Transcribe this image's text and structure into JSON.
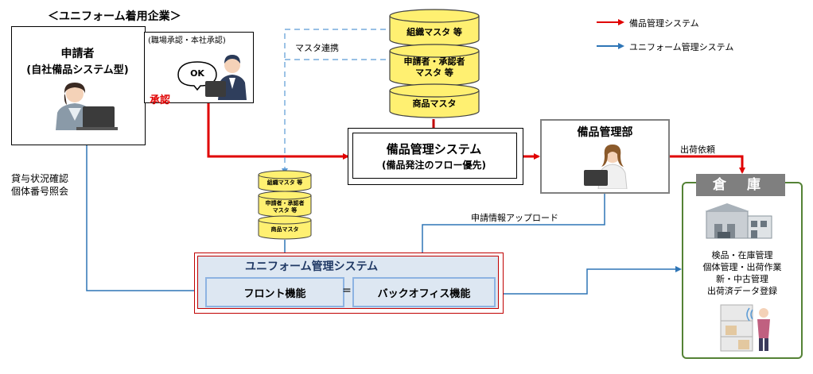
{
  "company_header": "＜ユニフォーム着用企業＞",
  "applicant": {
    "title": "申請者",
    "subtitle": "(自社備品システム型)"
  },
  "approval_note": "(職場承認・本社承認)",
  "ok_label": "OK",
  "approve_label": "承認",
  "master_link": "マスタ連携",
  "db_large": [
    "組織マスタ 等",
    "申請者・承認者",
    "マスタ 等",
    "商品マスタ"
  ],
  "db_small": [
    "組織マスタ 等",
    "申請者・承認者",
    "マスタ 等",
    "商品マスタ"
  ],
  "bimgmt": {
    "title": "備品管理システム",
    "subtitle": "(備品発注のフロー優先)"
  },
  "dept": {
    "title": "備品管理部"
  },
  "ship_request": "出荷依頼",
  "warehouse": {
    "title": "倉 庫",
    "tasks": [
      "検品・在庫管理",
      "個体管理・出荷作業",
      "新・中古管理",
      "出荷済データ登録"
    ]
  },
  "upload_label": "申請情報アップロード",
  "lending": [
    "貸与状況確認",
    "個体番号照会"
  ],
  "uniform": {
    "title": "ユニフォーム管理システム",
    "front": "フロント機能",
    "equals": "=",
    "back": "バックオフィス機能"
  },
  "legend": [
    {
      "label": "備品管理システム",
      "color": "#e00000"
    },
    {
      "label": "ユニフォーム管理システム",
      "color": "#2e75b6"
    }
  ]
}
